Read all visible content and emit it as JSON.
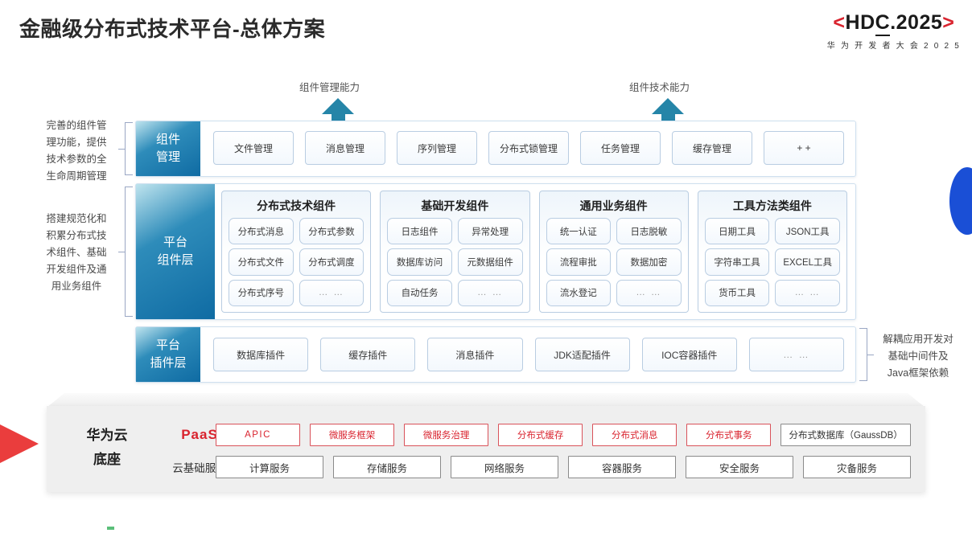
{
  "header": {
    "title": "金融级分布式技术平台-总体方案",
    "logo_bracket_left": "<",
    "logo_text_1": "HD",
    "logo_text_underlined": "C",
    "logo_text_2": ".2025",
    "logo_bracket_right": ">",
    "logo_subtitle": "华 为 开 发 者 大 会 2 0 2 5",
    "accent_red": "#d9232e"
  },
  "arrows": [
    {
      "label": "组件管理能力",
      "name": "component-management-capability"
    },
    {
      "label": "组件技术能力",
      "name": "component-technology-capability"
    }
  ],
  "left_notes": [
    "完善的组件管理功能，提供技术参数的全生命周期管理",
    "搭建规范化和积累分布式技术组件、基础开发组件及通用业务组件"
  ],
  "left_notes_lines": [
    [
      "完善的组件管",
      "理功能，提供",
      "技术参数的全",
      "生命周期管理"
    ],
    [
      "搭建规范化和",
      "积累分布式技",
      "术组件、基础",
      "开发组件及通",
      "用业务组件"
    ]
  ],
  "right_note_lines": [
    "解耦应用开发对",
    "基础中间件及",
    "Java框架依赖"
  ],
  "rows": {
    "component_management": {
      "side_label_lines": [
        "组件",
        "管理"
      ],
      "chips": [
        "文件管理",
        "消息管理",
        "序列管理",
        "分布式锁管理",
        "任务管理",
        "缓存管理",
        "+ +"
      ]
    },
    "platform_component_layer": {
      "side_label_lines": [
        "平台",
        "组件层"
      ],
      "groups": [
        {
          "title": "分布式技术组件",
          "items": [
            "分布式消息",
            "分布式参数",
            "分布式文件",
            "分布式调度",
            "分布式序号",
            "… …"
          ]
        },
        {
          "title": "基础开发组件",
          "items": [
            "日志组件",
            "异常处理",
            "数据库访问",
            "元数据组件",
            "自动任务",
            "… …"
          ]
        },
        {
          "title": "通用业务组件",
          "items": [
            "统一认证",
            "日志脱敏",
            "流程审批",
            "数据加密",
            "流水登记",
            "… …"
          ]
        },
        {
          "title": "工具方法类组件",
          "items": [
            "日期工具",
            "JSON工具",
            "字符串工具",
            "EXCEL工具",
            "货币工具",
            "… …"
          ]
        }
      ]
    },
    "platform_plugin_layer": {
      "side_label_lines": [
        "平台",
        "插件层"
      ],
      "chips": [
        "数据库插件",
        "缓存插件",
        "消息插件",
        "JDK适配插件",
        "IOC容器插件",
        "… …"
      ]
    }
  },
  "base": {
    "label_lines": [
      "华为云",
      "底座"
    ],
    "paas_label": "PaaS",
    "cloud_infra_label": "云基础服务",
    "paas_services": [
      "APIC",
      "微服务框架",
      "微服务治理",
      "分布式缓存",
      "分布式消息",
      "分布式事务",
      "分布式数据库（GaussDB）"
    ],
    "infra_services": [
      "计算服务",
      "存储服务",
      "网络服务",
      "容器服务",
      "安全服务",
      "灾备服务"
    ]
  },
  "colors": {
    "brand_red": "#d9232e",
    "arrow_blue": "#2585a8",
    "sidebar_blue_dark": "#0f6ba3",
    "sidebar_blue_light": "#bfe4ee",
    "deco_blue": "#1a4fd6",
    "deco_red": "#ea3d3d"
  }
}
